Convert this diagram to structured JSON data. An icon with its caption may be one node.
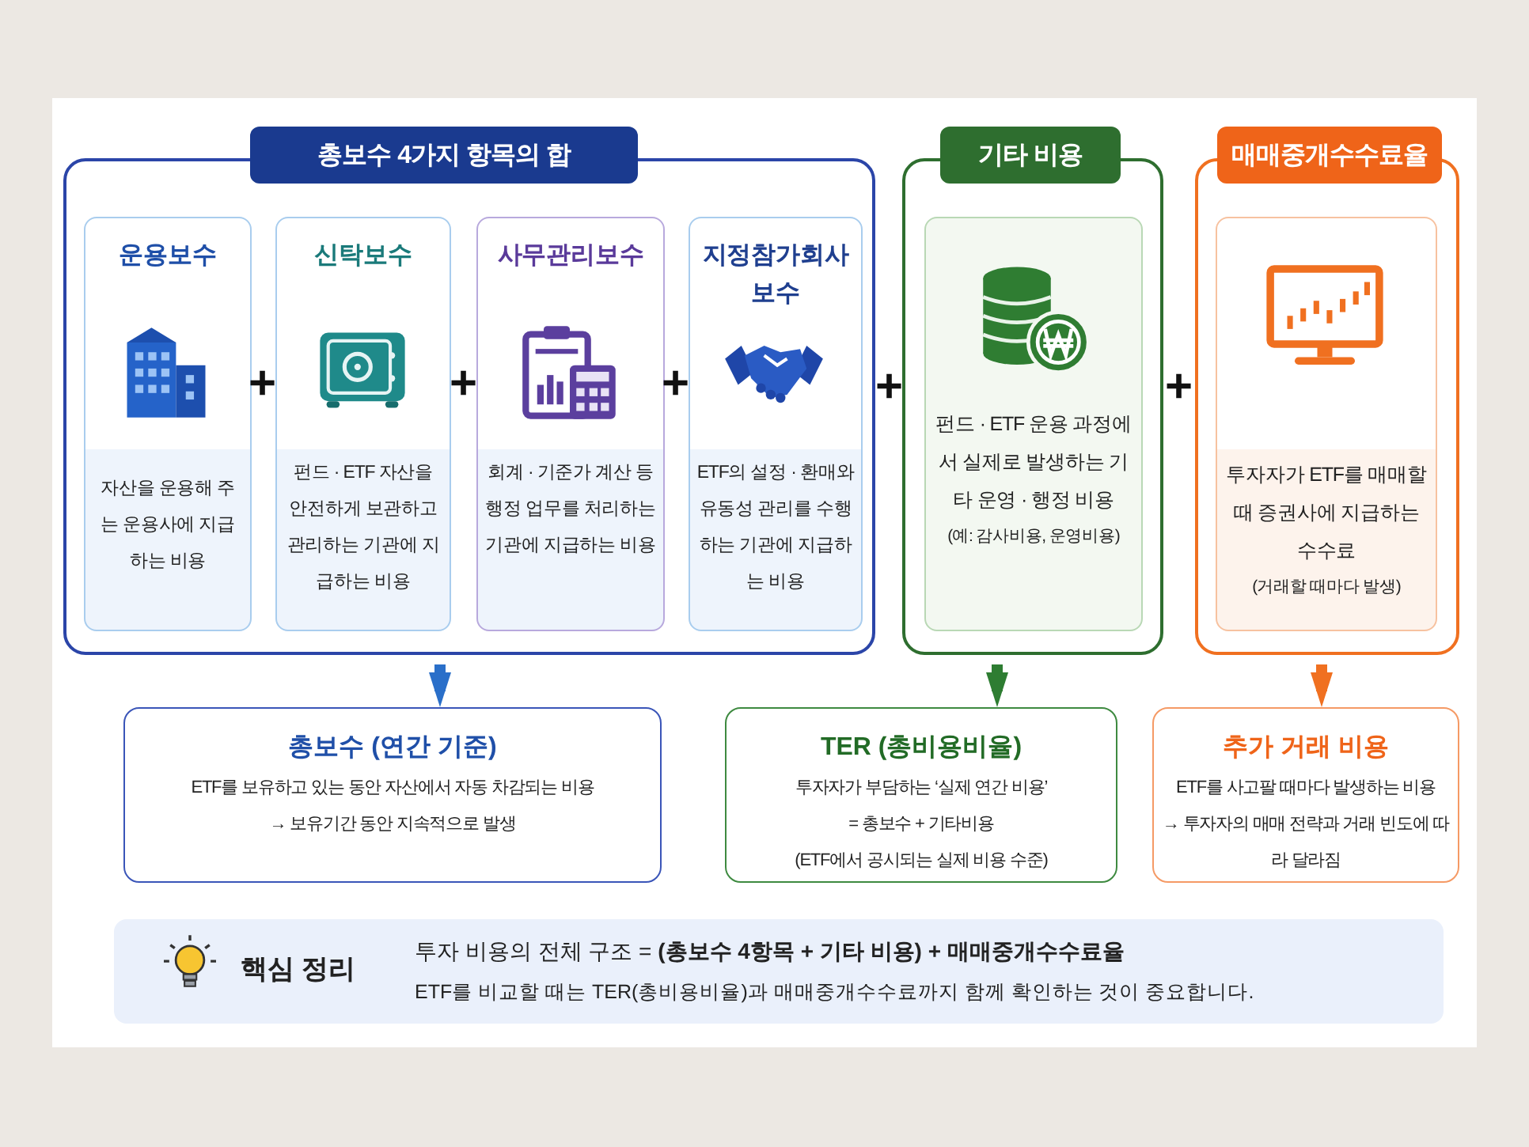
{
  "diagram": {
    "nodes": [
      {
        "text": [
          "총보수 4가지 항목의 합"
        ]
      },
      {
        "text": [
          "운용보수",
          "자산을 운용해 주는 운용사에 지급하는 비용"
        ],
        "in": 0
      },
      {
        "text": [
          "신탁보수",
          "펀드 · ETF 자산을 안전하게 보관하고 관리하는 기관에 지급하는 비용"
        ],
        "in": 0
      },
      {
        "text": [
          "사무관리보수",
          "회계 · 기준가 계산 등 행정 업무를 처리하는 기관에 지급하는 비용"
        ],
        "in": 0
      },
      {
        "text": [
          "지정참가회사 보수",
          "ETF의 설정 · 환매와 유동성 관리를 수행하는 기관에 지급하는 비용"
        ],
        "in": 0
      },
      {
        "text": [
          "기타 비용"
        ]
      },
      {
        "text": [
          "펀드 · ETF 운용 과정에서 실제로 발생하는 기타 운영 · 행정 비용",
          "(예: 감사비용, 운영비용)"
        ],
        "in": 5
      },
      {
        "text": [
          "매매중개수수료율"
        ]
      },
      {
        "text": [
          "투자자가 ETF를 매매할 때 증권사에 지급하는 수수료",
          "(거래할 때마다 발생)"
        ],
        "in": 7
      },
      {
        "text": [
          "총보수 (연간 기준)",
          "ETF를 보유하고 있는 동안 자산에서 자동 차감되는 비용",
          "→ 보유기간 동안 지속적으로 발생"
        ]
      },
      {
        "text": [
          "TER (총비용비율)",
          "투자자가 부담하는 ‘실제 연간 비용’",
          "= 총보수 + 기타비용",
          "(ETF에서 공시되는 실제 비용 수준)"
        ]
      },
      {
        "text": [
          "추가 거래 비용",
          "ETF를 사고팔 때마다 발생하는 비용",
          "→ 투자자의 매매 전략과 거래 빈도에 따라 달라짐"
        ]
      },
      {
        "text": [
          "핵심 정리",
          "투자 비용의 전체 구조 = **(총보수 4항목 + 기타 비용) + 매매중개수수료율**",
          "ETF를 비교할 때는 TER(총비용비율)과 매매중개수수료까지 함께 확인하는 것이 중요합니다."
        ]
      }
    ],
    "edges": [
      {
        "from": 0,
        "to": 9,
        "arrow": "to",
        "color": "#2a6fc9"
      },
      {
        "from": 5,
        "to": 10,
        "arrow": "to",
        "color": "#2e7d32"
      },
      {
        "from": 7,
        "to": 11,
        "arrow": "to",
        "color": "#f07020"
      }
    ],
    "labels": [
      "+",
      "+",
      "+",
      "+",
      "+"
    ]
  }
}
